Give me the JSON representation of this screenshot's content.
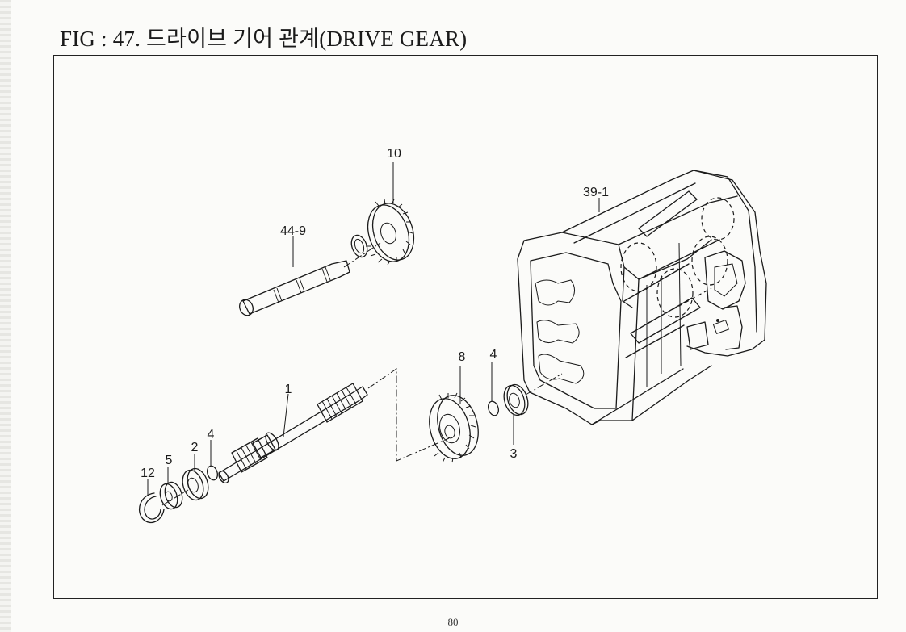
{
  "header": {
    "title": "FIG : 47. 드라이브 기어 관계(DRIVE GEAR)"
  },
  "figure": {
    "part_labels": {
      "p10": "10",
      "p44_9": "44-9",
      "p39_1": "39-1",
      "p1": "1",
      "p8": "8",
      "p4_upper": "4",
      "p3": "3",
      "p2": "2",
      "p4_lower": "4",
      "p12": "12",
      "p5": "5"
    }
  },
  "footer": {
    "page_number": "80"
  }
}
